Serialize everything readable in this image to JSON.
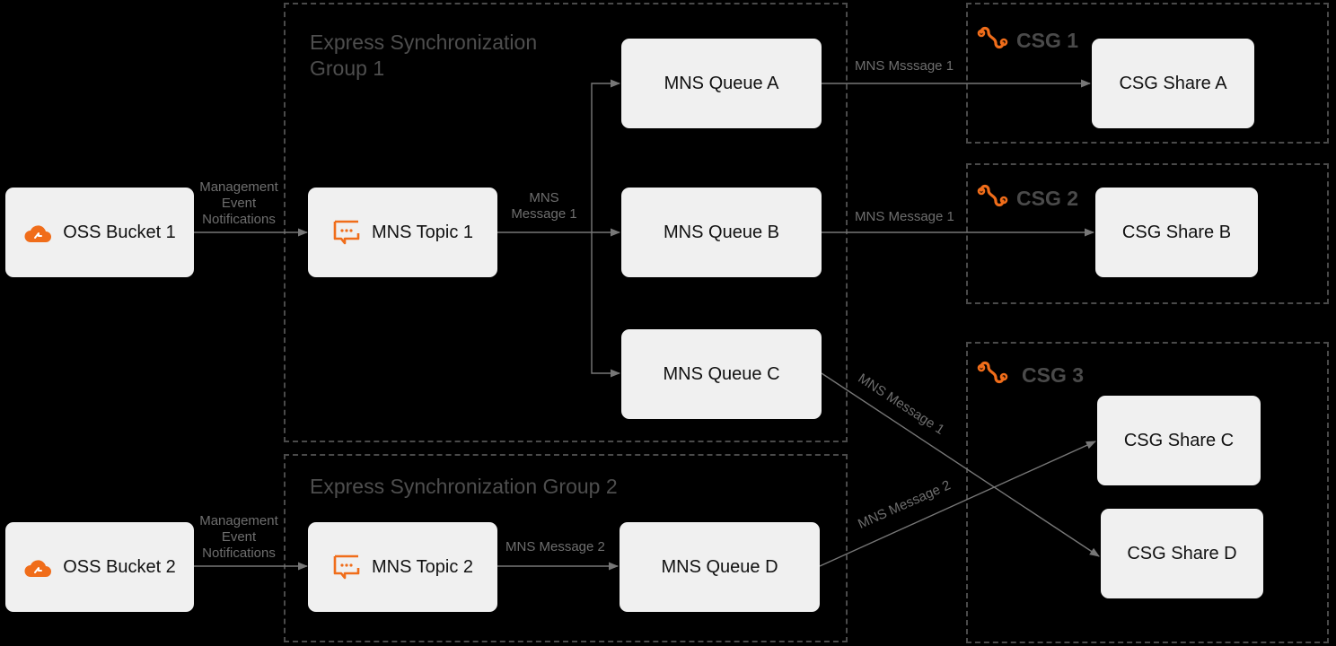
{
  "groups": [
    {
      "title_line1": "Express Synchronization",
      "title_line2": "Group 1"
    },
    {
      "title": "Express Synchronization Group 2"
    }
  ],
  "csg_groups": [
    {
      "title": "CSG 1"
    },
    {
      "title": "CSG 2"
    },
    {
      "title": "CSG 3"
    }
  ],
  "nodes": {
    "oss_bucket_1": "OSS Bucket 1",
    "oss_bucket_2": "OSS Bucket 2",
    "mns_topic_1": "MNS Topic 1",
    "mns_topic_2": "MNS Topic 2",
    "mns_queue_a": "MNS Queue A",
    "mns_queue_b": "MNS Queue B",
    "mns_queue_c": "MNS Queue C",
    "mns_queue_d": "MNS Queue D",
    "csg_share_a": "CSG Share A",
    "csg_share_b": "CSG Share B",
    "csg_share_c": "CSG Share C",
    "csg_share_d": "CSG Share D"
  },
  "edge_labels": {
    "mgmt_1": [
      "Management",
      "Event",
      "Notifications"
    ],
    "mgmt_2": [
      "Management",
      "Event",
      "Notifications"
    ],
    "topic1_msg": [
      "MNS",
      "Message 1"
    ],
    "topic2_msg": "MNS Message 2",
    "queue_a_msg": "MNS Msssage 1",
    "queue_b_msg": "MNS Message 1",
    "queue_c_msg": "MNS Message 1",
    "queue_d_msg": "MNS Message 2"
  },
  "colors": {
    "accent": "#f06d1a",
    "node_fill": "#f0f0f0",
    "edge": "#777777",
    "group_border": "#4a4a4a",
    "background": "#000000"
  },
  "icons": {
    "oss": "oss-cloud-icon",
    "mns": "mns-message-icon",
    "csg": "csg-link-icon"
  }
}
